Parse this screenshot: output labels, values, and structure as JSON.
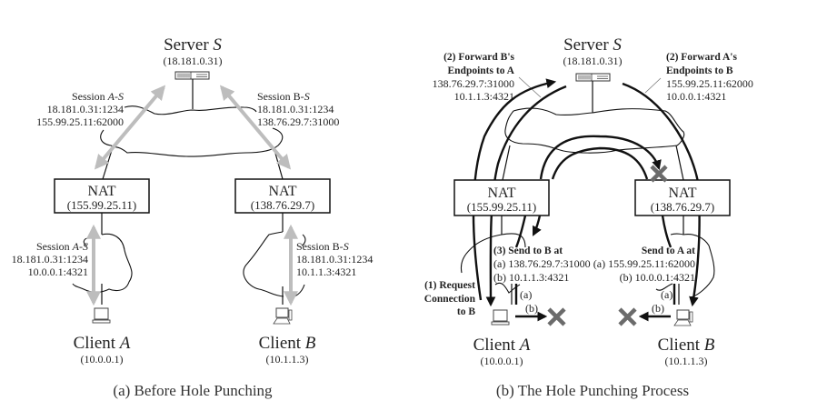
{
  "panels": [
    {
      "id": "a",
      "caption": "(a) Before Hole Punching",
      "server": {
        "label": "Server ",
        "label_italic": "S",
        "ip": "(18.181.0.31)",
        "icon": "server-icon"
      },
      "nat_a": {
        "label": "NAT",
        "ip": "(155.99.25.11)"
      },
      "nat_b": {
        "label": "NAT",
        "ip": "(138.76.29.7)"
      },
      "client_a": {
        "label": "Client ",
        "label_italic": "A",
        "ip": "(10.0.0.1)",
        "icon": "laptop-icon"
      },
      "client_b": {
        "label": "Client ",
        "label_italic": "B",
        "ip": "(10.1.1.3)",
        "icon": "desktop-icon"
      },
      "session_as_public": {
        "title": "Session ",
        "title_italic": "A-S",
        "lines": [
          "18.181.0.31:1234",
          "155.99.25.11:62000"
        ]
      },
      "session_bs_public": {
        "title": "Session B-",
        "title_italic": "S",
        "lines": [
          "18.181.0.31:1234",
          "138.76.29.7:31000"
        ]
      },
      "session_as_private": {
        "title": "Session ",
        "title_italic": "A-S",
        "lines": [
          "18.181.0.31:1234",
          "10.0.0.1:4321"
        ]
      },
      "session_bs_private": {
        "title": "Session B-",
        "title_italic": "S",
        "lines": [
          "18.181.0.31:1234",
          "10.1.1.3:4321"
        ]
      }
    },
    {
      "id": "b",
      "caption": "(b) The Hole Punching Process",
      "server": {
        "label": "Server ",
        "label_italic": "S",
        "ip": "(18.181.0.31)",
        "icon": "server-icon"
      },
      "nat_a": {
        "label": "NAT",
        "ip": "(155.99.25.11)"
      },
      "nat_b": {
        "label": "NAT",
        "ip": "(138.76.29.7)"
      },
      "client_a": {
        "label": "Client ",
        "label_italic": "A",
        "ip": "(10.0.0.1)",
        "icon": "laptop-icon"
      },
      "client_b": {
        "label": "Client ",
        "label_italic": "B",
        "ip": "(10.1.1.3)",
        "icon": "desktop-icon"
      },
      "forward_b_to_a": {
        "title_lines": [
          "(2) Forward B's",
          "Endpoints to A"
        ],
        "lines": [
          "138.76.29.7:31000",
          "10.1.1.3:4321"
        ]
      },
      "forward_a_to_b": {
        "title_lines": [
          "(2) Forward A's",
          "Endpoints to B"
        ],
        "lines": [
          "155.99.25.11:62000",
          "10.0.0.1:4321"
        ]
      },
      "send_to_b": {
        "title": "(3) Send to B at",
        "lines": [
          "(a) 138.76.29.7:31000",
          "(b) 10.1.1.3:4321"
        ]
      },
      "send_to_a": {
        "title": "Send to A at",
        "lines": [
          "(a) 155.99.25.11:62000",
          "(b) 10.0.0.1:4321"
        ]
      },
      "request": {
        "lines": [
          "(1) Request",
          "Connection",
          "to B"
        ]
      },
      "path_labels": {
        "a": "(a)",
        "b": "(b)"
      },
      "blocked_icon": "x-mark-icon"
    }
  ],
  "colors": {
    "session_arrow": "#bdbdbd",
    "blocked_mark": "#6b6b6b",
    "line": "#111111"
  }
}
